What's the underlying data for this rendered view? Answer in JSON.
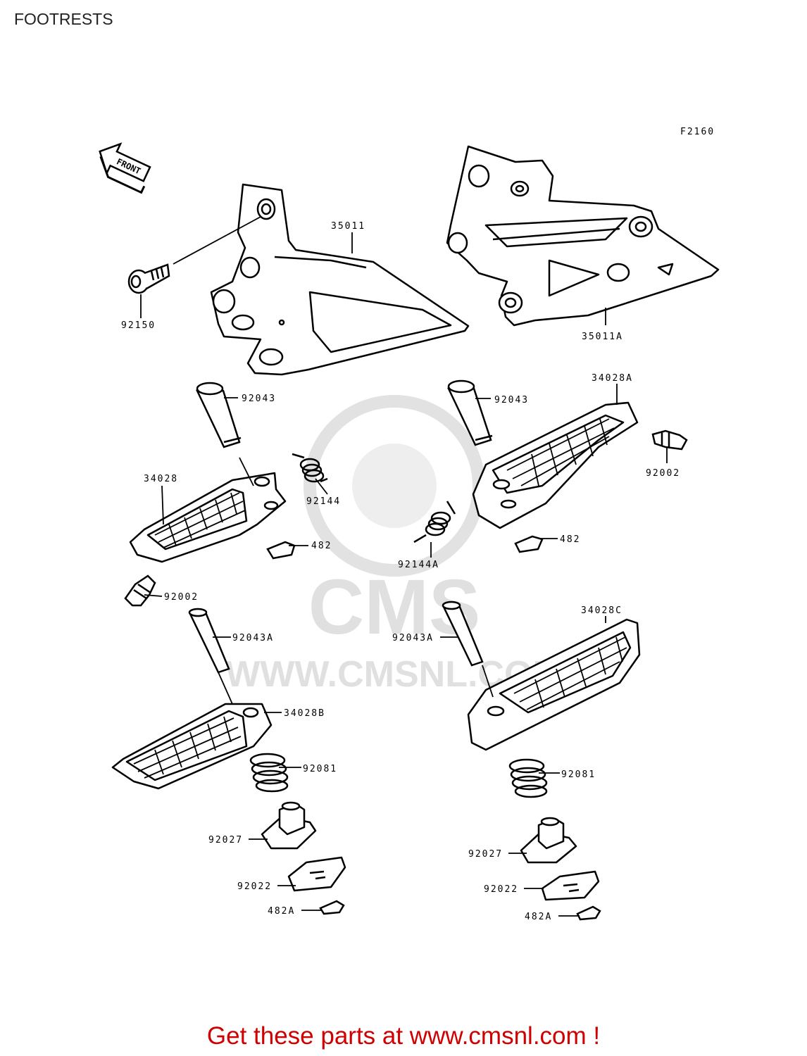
{
  "page": {
    "title": "FOOTRESTS",
    "figure_code": "F2160",
    "front_arrow_label": "FRONT",
    "promo_text": "Get these parts at www.cmsnl.com !"
  },
  "watermark": {
    "text_main": "CMS",
    "text_url": "WWW.CMSNL.COM",
    "color": "#dddddd"
  },
  "colors": {
    "line": "#000000",
    "promo": "#d00000",
    "title": "#222222"
  },
  "parts": [
    {
      "id": "p35011",
      "number": "35011"
    },
    {
      "id": "p35011A",
      "number": "35011A"
    },
    {
      "id": "p92150",
      "number": "92150"
    },
    {
      "id": "p92043L",
      "number": "92043"
    },
    {
      "id": "p92043R",
      "number": "92043"
    },
    {
      "id": "p34028A",
      "number": "34028A"
    },
    {
      "id": "p34028",
      "number": "34028"
    },
    {
      "id": "p92144",
      "number": "92144"
    },
    {
      "id": "p92002R",
      "number": "92002"
    },
    {
      "id": "p482L",
      "number": "482"
    },
    {
      "id": "p482R",
      "number": "482"
    },
    {
      "id": "p92144A",
      "number": "92144A"
    },
    {
      "id": "p92002L",
      "number": "92002"
    },
    {
      "id": "p92043AL",
      "number": "92043A"
    },
    {
      "id": "p92043AR",
      "number": "92043A"
    },
    {
      "id": "p34028C",
      "number": "34028C"
    },
    {
      "id": "p34028B",
      "number": "34028B"
    },
    {
      "id": "p92081L",
      "number": "92081"
    },
    {
      "id": "p92081R",
      "number": "92081"
    },
    {
      "id": "p92027L",
      "number": "92027"
    },
    {
      "id": "p92027R",
      "number": "92027"
    },
    {
      "id": "p92022L",
      "number": "92022"
    },
    {
      "id": "p92022R",
      "number": "92022"
    },
    {
      "id": "p482AL",
      "number": "482A"
    },
    {
      "id": "p482AR",
      "number": "482A"
    }
  ]
}
